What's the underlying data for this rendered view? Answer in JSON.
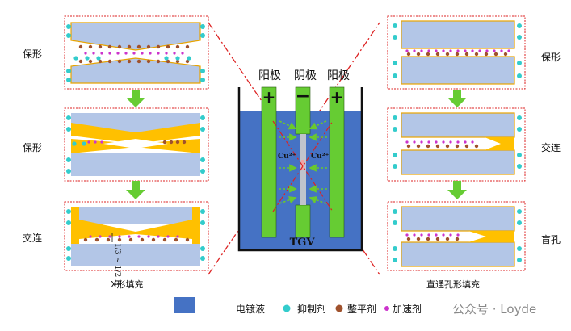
{
  "colors": {
    "bath": "#4572c4",
    "electrode": "#66cc33",
    "slab": "#b3c6e7",
    "fill": "#ffc000",
    "suppressor": "#33cccc",
    "leveler": "#a0522d",
    "accelerator": "#cc33cc",
    "frame": "#dd2222",
    "arrow": "#6ac82e"
  },
  "center": {
    "electrode_labels": [
      "阳极",
      "阴极",
      "阳极"
    ],
    "signs": [
      "+",
      "−",
      "+"
    ],
    "ion_left": "Cu²⁺",
    "ion_right": "Cu²⁺",
    "tgv_label": "TGV"
  },
  "left_column": {
    "caption": "X形填充",
    "panels": [
      {
        "label": "保形"
      },
      {
        "label": "保形"
      },
      {
        "label": "交连"
      }
    ],
    "ratio_annotation": "1/3 ~ 1/2 H"
  },
  "right_column": {
    "caption": "直通孔形填充",
    "panels": [
      {
        "label": "保形"
      },
      {
        "label": "交连"
      },
      {
        "label": "盲孔"
      }
    ]
  },
  "legend": {
    "solution": "电镀液",
    "suppressor": "抑制剂",
    "leveler": "整平剂",
    "accelerator": "加速剂"
  },
  "watermark": "公众号 · Loyde"
}
